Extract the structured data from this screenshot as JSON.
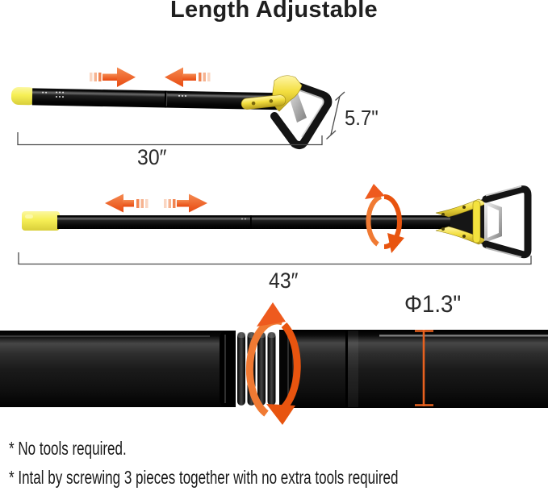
{
  "title": "Length Adjustable",
  "figures": {
    "collapsed": {
      "length_label": "30″",
      "height_label": "5.7\"",
      "description": "pole collapsed to short length, arrows pushing inward"
    },
    "extended": {
      "length_label": "43″",
      "description": "pole extended to full length, arrows pulling outward, twist-lock rotation arrow"
    },
    "closeup": {
      "diameter_label": "Φ1.3\"",
      "description": "close-up of threaded screw joint with rotation arrow and diameter measure"
    }
  },
  "notes": [
    "* No tools required.",
    "* Intal by screwing 3 pieces together with no extra tools required"
  ],
  "icons": {
    "compress_arrows": "two orange arrows pointing toward each other",
    "expand_arrows": "two orange arrows pointing away from each other",
    "rotate_arrow": "orange circular rotation arrow around pole"
  },
  "colors": {
    "accent_orange": "#EE5A1E",
    "pole_black": "#141414",
    "cap_yellow": "#F6EF55",
    "bracket_yellow": "#F3DE3F",
    "dimension_line": "#4a4a4a",
    "text": "#1f1f1f",
    "background": "#ffffff"
  }
}
